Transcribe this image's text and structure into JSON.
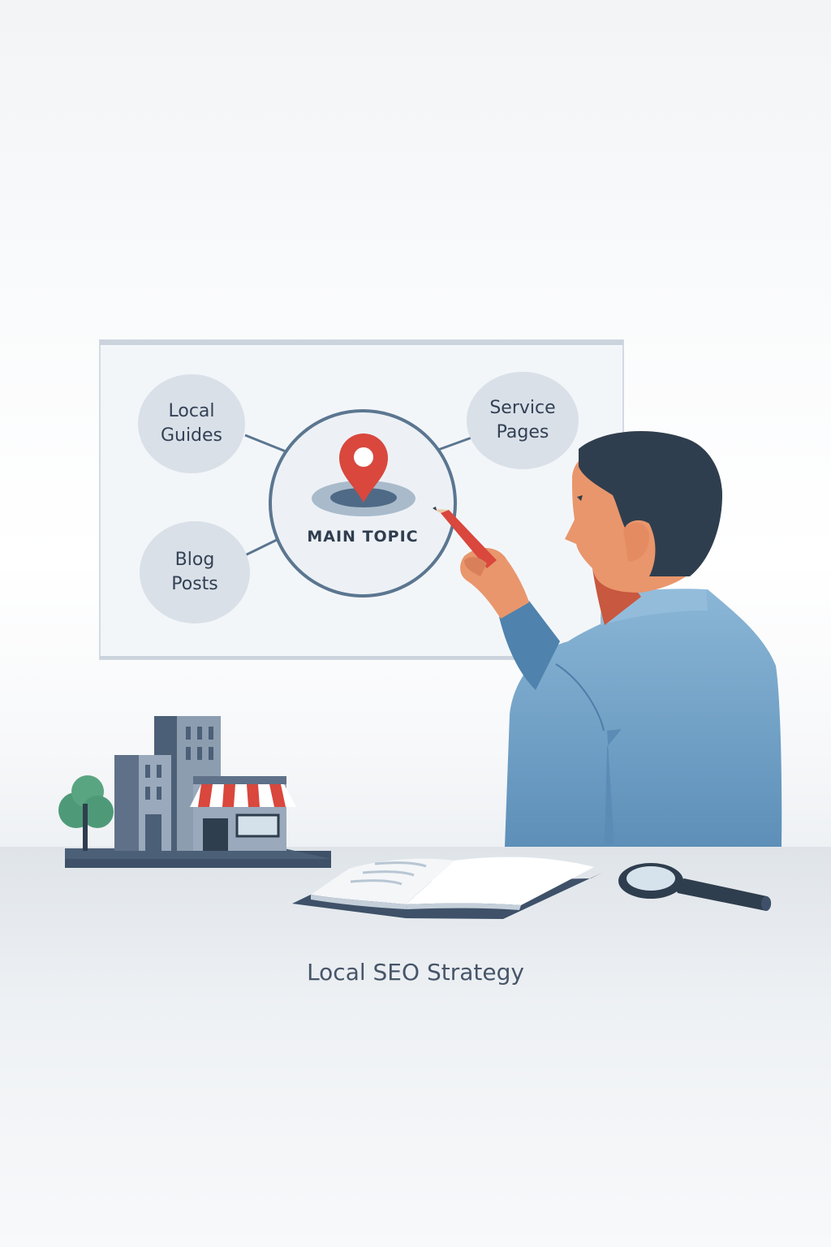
{
  "scene": {
    "description": "Illustration of a man pointing a pencil at a topic-cluster diagram on a whiteboard, with miniature storefront buildings, an open book and a magnifying glass on a desk",
    "caption": "Local SEO Strategy"
  },
  "board": {
    "center_node": {
      "label": "MAIN TOPIC",
      "icon": "map-pin-icon"
    },
    "nodes": [
      {
        "id": "local-guides",
        "line1": "Local",
        "line2": "Guides"
      },
      {
        "id": "service-pages",
        "line1": "Service",
        "line2": "Pages"
      },
      {
        "id": "blog-posts",
        "line1": "Blog",
        "line2": "Posts"
      }
    ]
  },
  "colors": {
    "accent_red": "#d9473d",
    "node_fill": "#d9e0e8",
    "line": "#5b7690",
    "shirt": "#7fa9cc",
    "hair": "#2f3e4e",
    "skin": "#e9966c",
    "building_dark": "#3e5168",
    "tree": "#4e9a78",
    "caption_text": "#475569"
  },
  "desk_items": [
    "miniature-town",
    "open-book",
    "magnifying-glass"
  ]
}
